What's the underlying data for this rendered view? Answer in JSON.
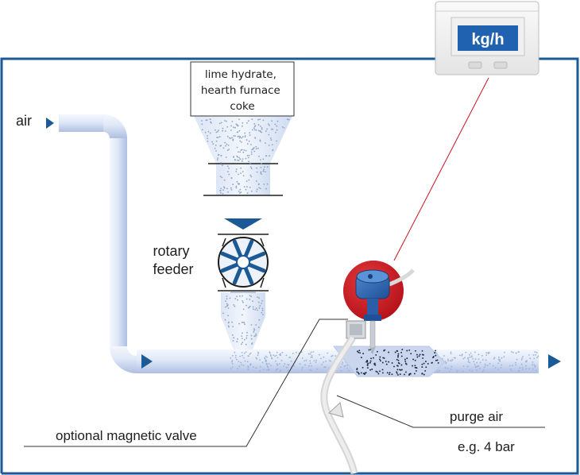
{
  "labels": {
    "hopper": [
      "lime hydrate,",
      "hearth furnace",
      "coke"
    ],
    "air": "air",
    "rotary_feeder": [
      "rotary",
      "feeder"
    ],
    "magnetic_valve": "optional magnetic valve",
    "purge_air": "purge air",
    "pressure": "e.g. 4 bar"
  },
  "display": {
    "unit": "kg/h"
  },
  "colors": {
    "frame": "#1b5a96",
    "pipe_light": "#dfe8f7",
    "pipe_dark": "#a9bde3",
    "arrow": "#1b5a96",
    "sensor_red": "#c8141e",
    "sensor_blue": "#2a5ea8",
    "display_screen": "#2162b0",
    "signal_line": "#c8141e"
  },
  "icons": [
    "arrow-right-icon",
    "rotary-feeder-icon",
    "sensor-icon",
    "display-unit-icon"
  ]
}
